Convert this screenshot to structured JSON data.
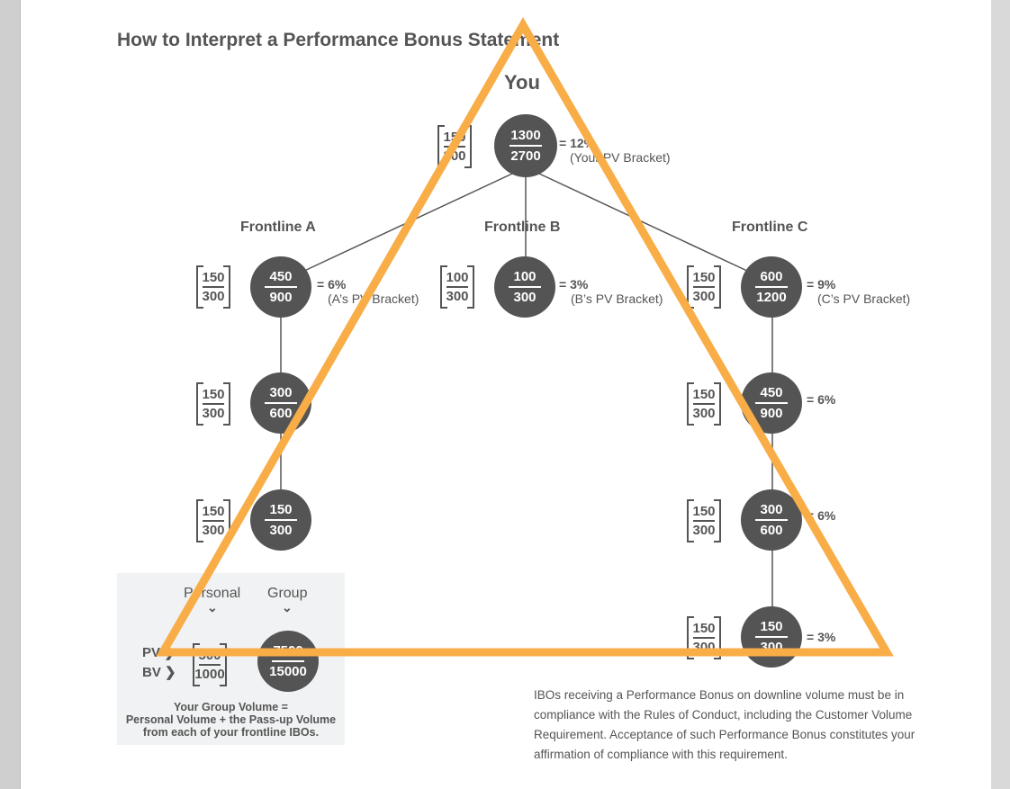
{
  "title": "How to Interpret a Performance Bonus Statement",
  "you": {
    "label": "You",
    "pv": [
      "150",
      "300"
    ],
    "group": [
      "1300",
      "2700"
    ],
    "pct": "= 12%",
    "bracket_note": "(Your PV Bracket)"
  },
  "frontlines": [
    {
      "heading": "Frontline A",
      "nodes": [
        {
          "pv": [
            "150",
            "300"
          ],
          "group": [
            "450",
            "900"
          ],
          "pct": "= 6%",
          "note": "(A’s PV Bracket)"
        },
        {
          "pv": [
            "150",
            "300"
          ],
          "group": [
            "300",
            "600"
          ]
        },
        {
          "pv": [
            "150",
            "300"
          ],
          "group": [
            "150",
            "300"
          ]
        }
      ]
    },
    {
      "heading": "Frontline B",
      "nodes": [
        {
          "pv": [
            "100",
            "300"
          ],
          "group": [
            "100",
            "300"
          ],
          "pct": "= 3%",
          "note": "(B’s PV Bracket)"
        }
      ]
    },
    {
      "heading": "Frontline C",
      "nodes": [
        {
          "pv": [
            "150",
            "300"
          ],
          "group": [
            "600",
            "1200"
          ],
          "pct": "= 9%",
          "note": "(C’s PV Bracket)"
        },
        {
          "pv": [
            "150",
            "300"
          ],
          "group": [
            "450",
            "900"
          ],
          "pct": "= 6%"
        },
        {
          "pv": [
            "150",
            "300"
          ],
          "group": [
            "300",
            "600"
          ],
          "pct": "= 6%"
        },
        {
          "pv": [
            "150",
            "300"
          ],
          "group": [
            "150",
            "300"
          ],
          "pct": "= 3%"
        }
      ]
    }
  ],
  "legend": {
    "personal": "Personal",
    "group": "Group",
    "pv_axis": "PV",
    "bv_axis": "BV",
    "pv": [
      "500",
      "1000"
    ],
    "group_values": [
      "7500",
      "15000"
    ],
    "note_line1": "Your Group Volume =",
    "note_line2": "Personal Volume + the Pass-up Volume",
    "note_line3": "from each of your frontline IBOs."
  },
  "disclaimer": "IBOs receiving a Performance Bonus on downline volume must be in compliance with the Rules of Conduct, including the Customer Volume Requirement. Acceptance of such Performance Bonus constitutes your affirmation of compliance with this requirement.",
  "colors": {
    "node": "#545454",
    "text": "#555555",
    "overlay": "#f9ad47"
  }
}
